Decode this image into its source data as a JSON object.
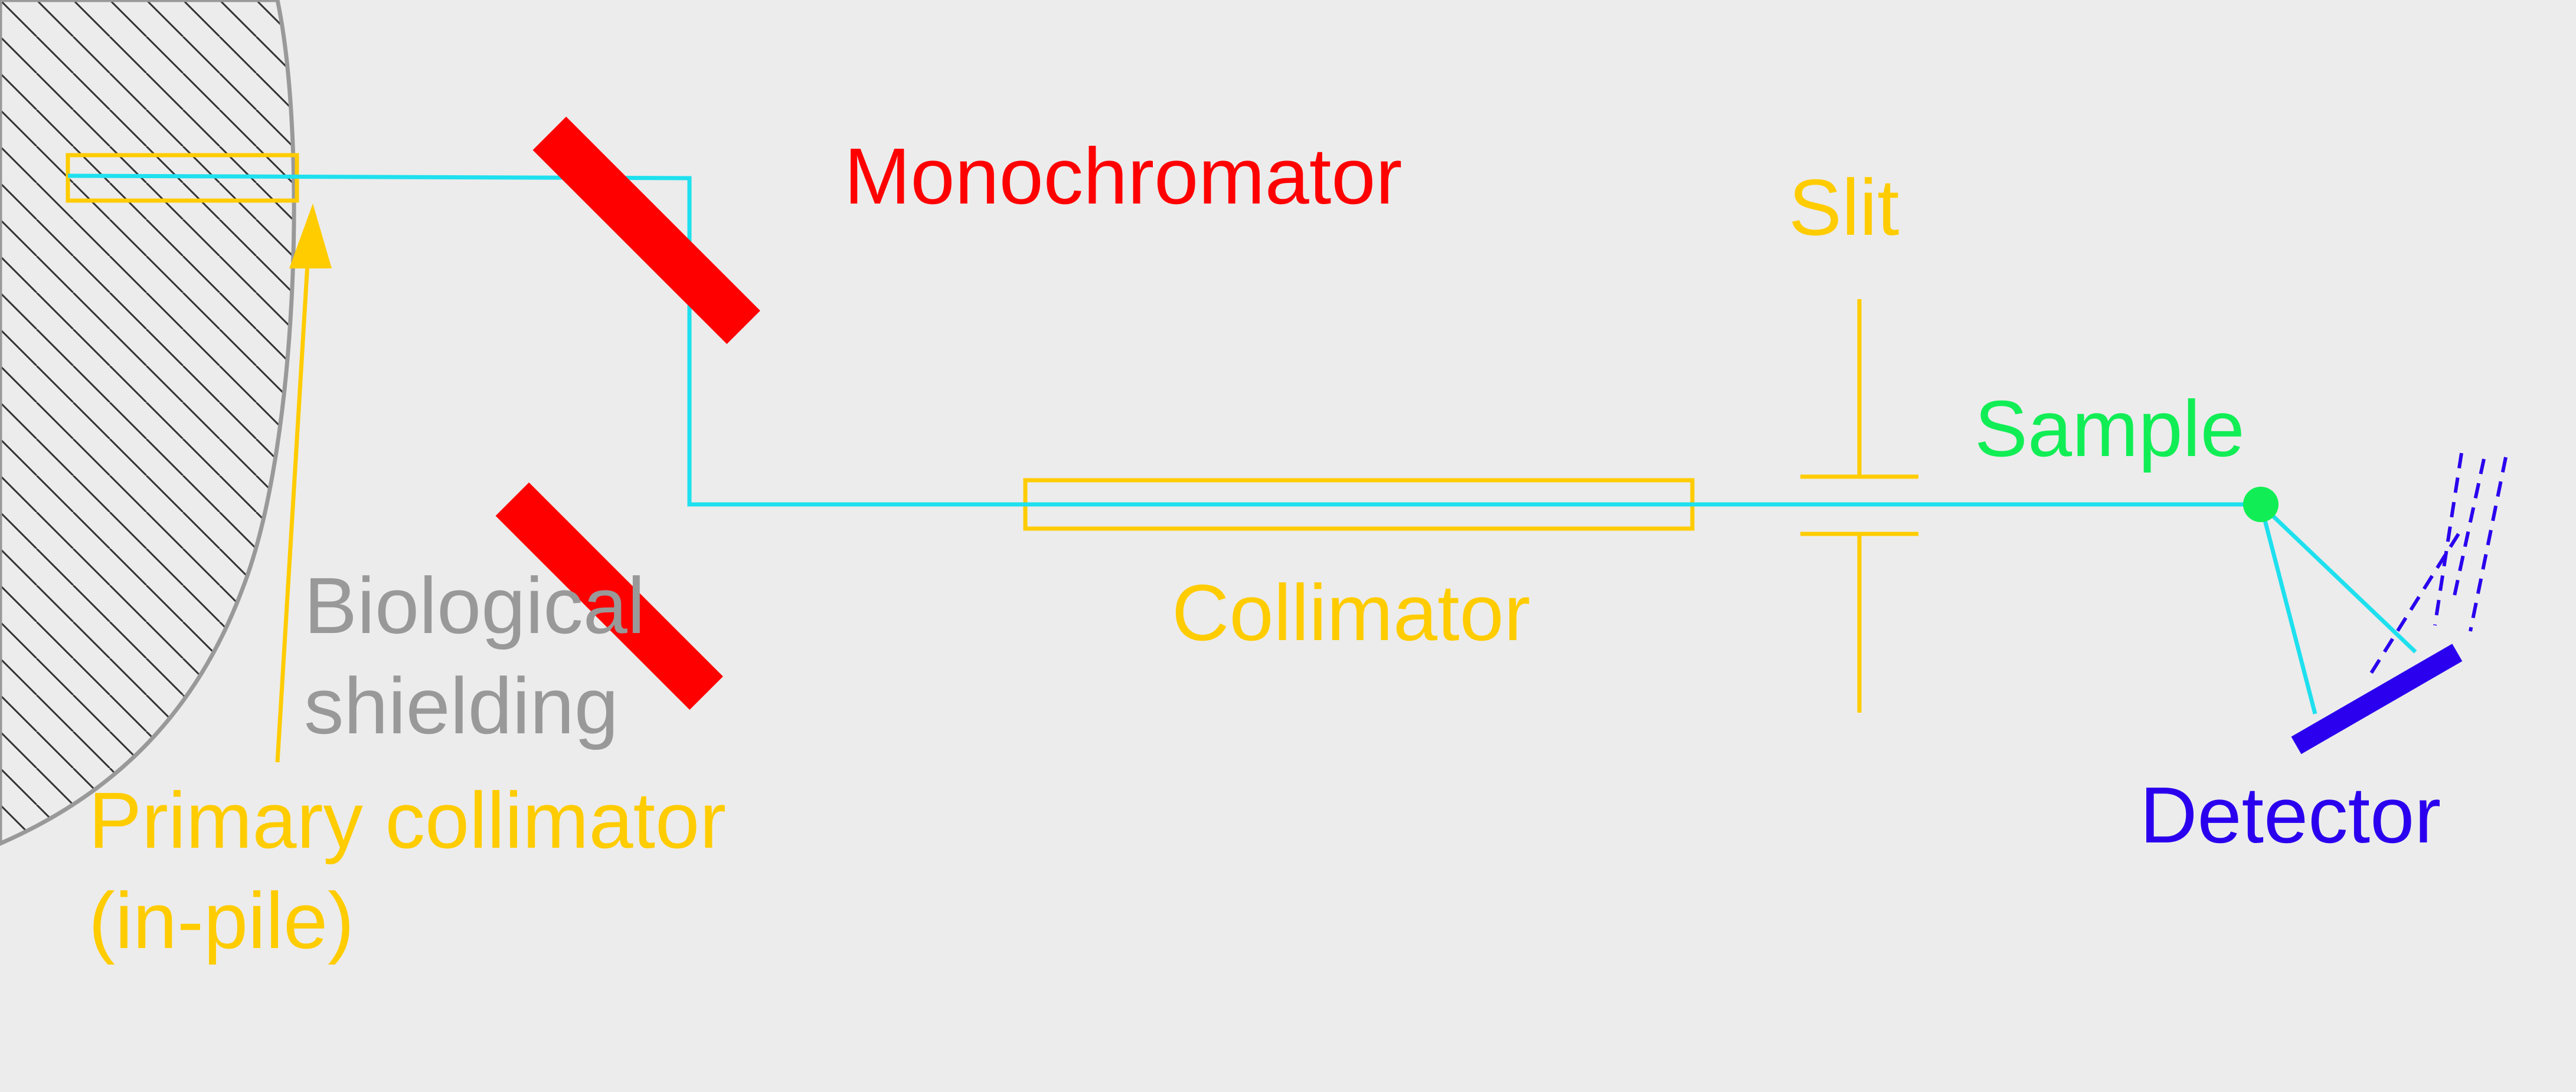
{
  "labels": {
    "monochromator": "Monochromator",
    "slit": "Slit",
    "sample": "Sample",
    "collimator": "Collimator",
    "biological_shielding_line1": "Biological",
    "biological_shielding_line2": "shielding",
    "primary_collimator_line1": "Primary collimator",
    "primary_collimator_line2": "(in-pile)",
    "detector": "Detector"
  },
  "colors": {
    "background": "#ececec",
    "beam": "#1ee0ee",
    "monochromator": "#ff0000",
    "collimator": "#ffcc00",
    "slit": "#ffcc00",
    "sample": "#11ee55",
    "detector": "#2a00ee",
    "shielding": "#999999",
    "shielding_hatch": "#333333"
  }
}
